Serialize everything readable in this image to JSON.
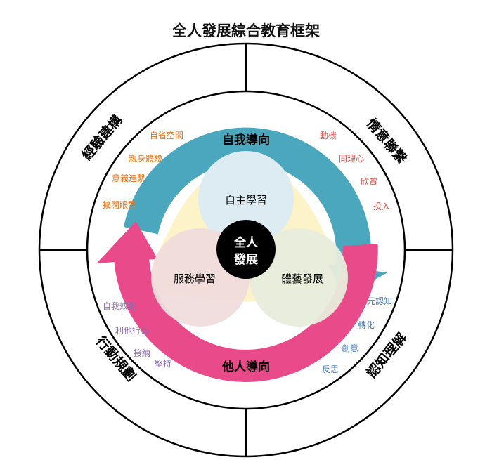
{
  "title": "全人發展綜合教育框架",
  "center": [
    "全人",
    "發展"
  ],
  "circles": {
    "top": "自主學習",
    "left": "服務學習",
    "right": "體藝發展"
  },
  "arrows": {
    "top": "自我導向",
    "bottom": "他人導向"
  },
  "quadrants": [
    {
      "name": "經驗建構",
      "color": "#e8731a",
      "items": [
        "自省空間",
        "親身體驗",
        "意義連繫",
        "擴闊眼界"
      ]
    },
    {
      "name": "情意聯繫",
      "color": "#d9534f",
      "items": [
        "動機",
        "同理心",
        "欣賞",
        "投入"
      ]
    },
    {
      "name": "行動規劃",
      "color": "#8a6bb0",
      "items": [
        "自我效能",
        "利他行為",
        "接納",
        "堅持"
      ]
    },
    {
      "name": "認知理解",
      "color": "#4a7fc1",
      "items": [
        "元認知",
        "轉化",
        "創意",
        "反思"
      ]
    }
  ],
  "colors": {
    "teal": "#4ba7bd",
    "pink": "#e94b8a",
    "yellow": "#fcf3c8",
    "top_circle": "#dcecf2",
    "left_circle": "#f0dcdc",
    "right_circle": "#e8ecdc"
  }
}
